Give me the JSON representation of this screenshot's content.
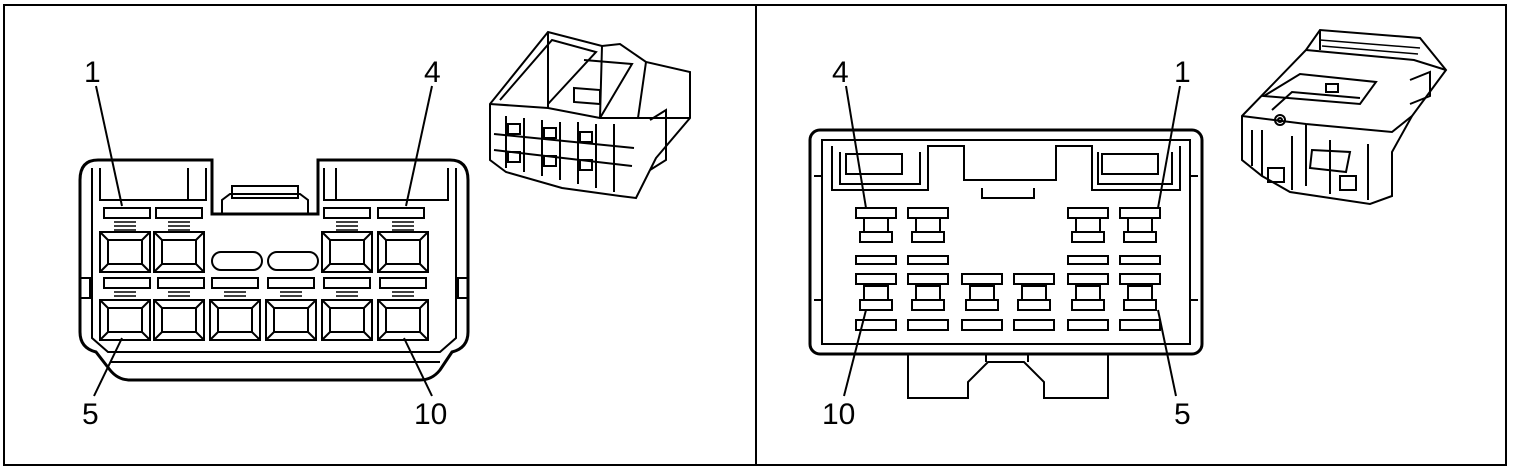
{
  "panels": [
    {
      "id": "left",
      "labels": {
        "top_left": "1",
        "top_right": "4",
        "bottom_left": "5",
        "bottom_right": "10"
      }
    },
    {
      "id": "right",
      "labels": {
        "top_left": "4",
        "top_right": "1",
        "bottom_left": "10",
        "bottom_right": "5"
      }
    }
  ],
  "colors": {
    "line": "#000000",
    "background": "#ffffff"
  }
}
